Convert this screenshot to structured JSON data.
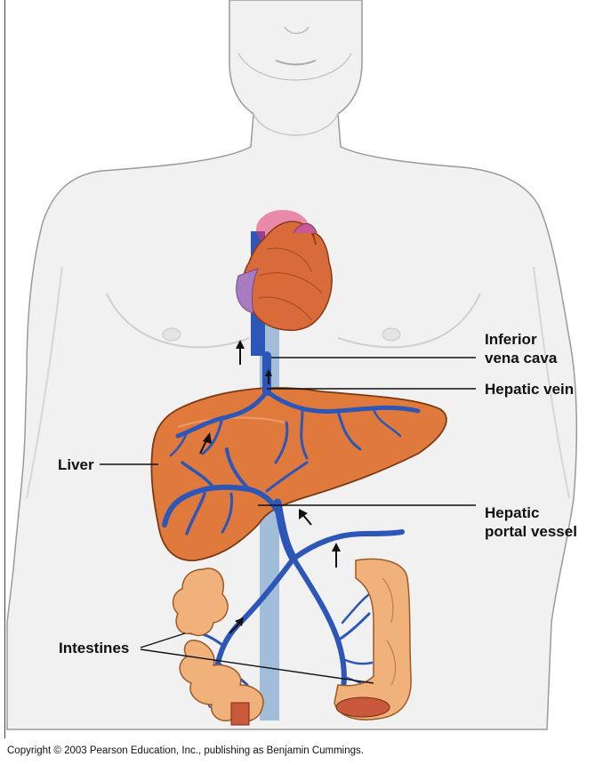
{
  "labels": {
    "inferior_vena_cava_line1": "Inferior",
    "inferior_vena_cava_line2": "vena cava",
    "hepatic_vein": "Hepatic vein",
    "liver": "Liver",
    "hepatic_portal_line1": "Hepatic",
    "hepatic_portal_line2": "portal vessel",
    "intestines": "Intestines"
  },
  "copyright": "Copyright © 2003 Pearson Education, Inc., publishing as Benjamin Cummings.",
  "colors": {
    "skin": "#f1f1f1",
    "skin_outline": "#9a9a9a",
    "liver": "#e07a3c",
    "heart": "#d96a3a",
    "heart_top": "#e0356b",
    "vein": "#2c56b8",
    "vena_cava_light": "#7fa2c8",
    "intestine": "#f0b27a"
  },
  "icons": [
    "arrow-up-icon"
  ]
}
